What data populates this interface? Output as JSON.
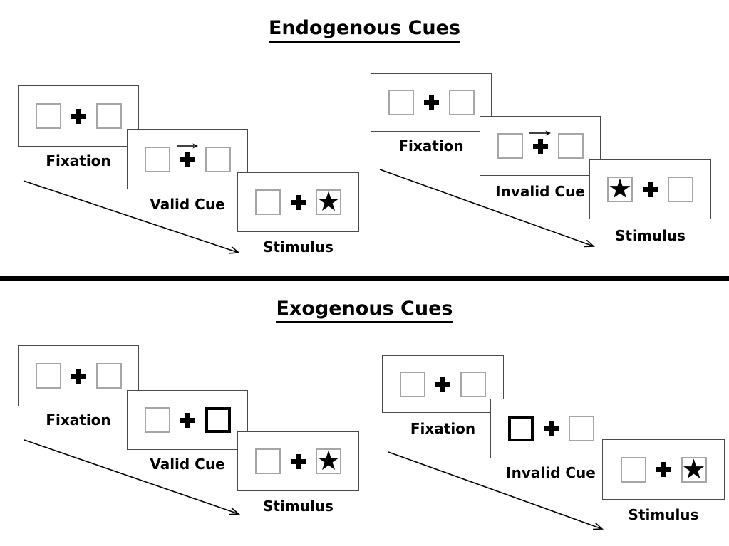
{
  "sections": [
    {
      "title": "Endogenous Cues",
      "sequences": [
        {
          "condition": "Valid",
          "panels": [
            {
              "label": "Fixation",
              "display": "two empty boxes with central cross"
            },
            {
              "label": "Valid Cue",
              "display": "central arrow pointing right above cross"
            },
            {
              "label": "Stimulus",
              "display": "star in right box"
            }
          ]
        },
        {
          "condition": "Invalid",
          "panels": [
            {
              "label": "Fixation",
              "display": "two empty boxes with central cross"
            },
            {
              "label": "Invalid Cue",
              "display": "central arrow pointing right above cross"
            },
            {
              "label": "Stimulus",
              "display": "star in left box"
            }
          ]
        }
      ]
    },
    {
      "title": "Exogenous Cues",
      "sequences": [
        {
          "condition": "Valid",
          "panels": [
            {
              "label": "Fixation",
              "display": "two empty boxes with central cross"
            },
            {
              "label": "Valid Cue",
              "display": "right box highlighted with thick black border"
            },
            {
              "label": "Stimulus",
              "display": "star in right box"
            }
          ]
        },
        {
          "condition": "Invalid",
          "panels": [
            {
              "label": "Fixation",
              "display": "two empty boxes with central cross"
            },
            {
              "label": "Invalid Cue",
              "display": "left box highlighted with thick black border"
            },
            {
              "label": "Stimulus",
              "display": "star in right box"
            }
          ]
        }
      ]
    }
  ],
  "icons": {
    "star": "★",
    "fixation_cross": "plus-cross",
    "cue_arrow": "right-arrow",
    "timeline_arrow": "diagonal-down-right-arrow"
  },
  "colors": {
    "background": "#ffffff",
    "ink": "#000000",
    "panel_border": "#4a4a4a",
    "box_border": "#a6a6a6",
    "divider": "#000000"
  }
}
